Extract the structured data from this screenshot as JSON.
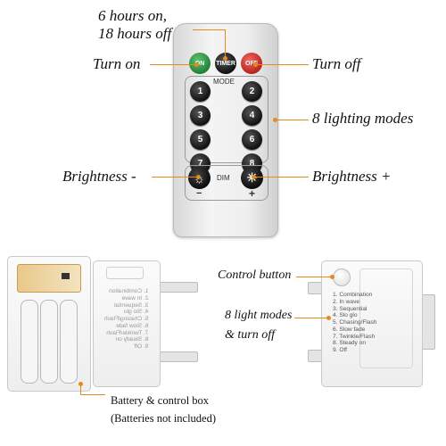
{
  "annotations": {
    "timer_line1": "6 hours on,",
    "timer_line2": "18 hours off",
    "turn_on": "Turn on",
    "turn_off": "Turn off",
    "lighting_modes": "8 lighting modes",
    "brightness_minus": "Brightness -",
    "brightness_plus": "Brightness +",
    "control_button": "Control button",
    "light_modes_line1": "8 light modes",
    "light_modes_line2": "& turn off",
    "box_line1": "Battery & control box",
    "box_line2": "(Batteries not included)"
  },
  "remote": {
    "on_label": "ON",
    "timer_label": "TIMER",
    "off_label": "OFF",
    "mode_label": "MODE",
    "buttons": [
      "1",
      "2",
      "3",
      "4",
      "5",
      "6",
      "7",
      "8"
    ],
    "dim_label": "DIM",
    "minus_label": "−",
    "plus_label": "+"
  },
  "box_modes": [
    "1. Combination",
    "2. In wave",
    "3. Sequential",
    "4. Slo glo",
    "5. Chasing/Flash",
    "6. Slow fade",
    "7. Twinkle/Flash",
    "8. Steady on",
    "9. Off"
  ],
  "colors": {
    "on_button": "#2e9d48",
    "off_button": "#d8322c",
    "pointer": "#e58a1f"
  }
}
